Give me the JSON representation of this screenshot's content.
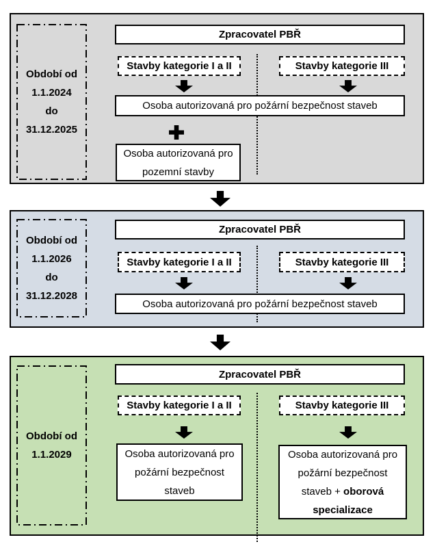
{
  "colors": {
    "panel1_bg": "#d9d9d9",
    "panel2_bg": "#d5dce5",
    "panel3_bg": "#c6e0b4",
    "box_bg": "#ffffff",
    "border": "#000000",
    "arrow": "#000000"
  },
  "icons": {
    "down_arrow": "down-arrow-icon",
    "plus": "plus-icon"
  },
  "panels": [
    {
      "period_lines": [
        "Období od",
        "1.1.2024",
        "do",
        "31.12.2025"
      ],
      "header": "Zpracovatel PBŘ",
      "category_left": "Stavby kategorie I a II",
      "category_right": "Stavby kategorie III",
      "authorized_box": "Osoba autorizovaná pro požární bezpečnost staveb",
      "additional_box_lines": [
        "Osoba autorizovaná pro",
        "pozemní stavby"
      ]
    },
    {
      "period_lines": [
        "Období od",
        "1.1.2026",
        "do",
        "31.12.2028"
      ],
      "header": "Zpracovatel PBŘ",
      "category_left": "Stavby kategorie I a II",
      "category_right": "Stavby kategorie III",
      "authorized_box": "Osoba autorizovaná pro požární bezpečnost staveb"
    },
    {
      "period_lines": [
        "Období od",
        "1.1.2029"
      ],
      "header": "Zpracovatel PBŘ",
      "category_left": "Stavby kategorie I a II",
      "category_right": "Stavby kategorie III",
      "result_left_lines": [
        "Osoba autorizovaná pro",
        "požární bezpečnost",
        "staveb"
      ],
      "result_right": {
        "line1": "Osoba autorizovaná pro",
        "line2": "požární bezpečnost",
        "line3_normal": "staveb + ",
        "line3_bold": "oborová",
        "line4_bold": "specializace"
      }
    }
  ]
}
